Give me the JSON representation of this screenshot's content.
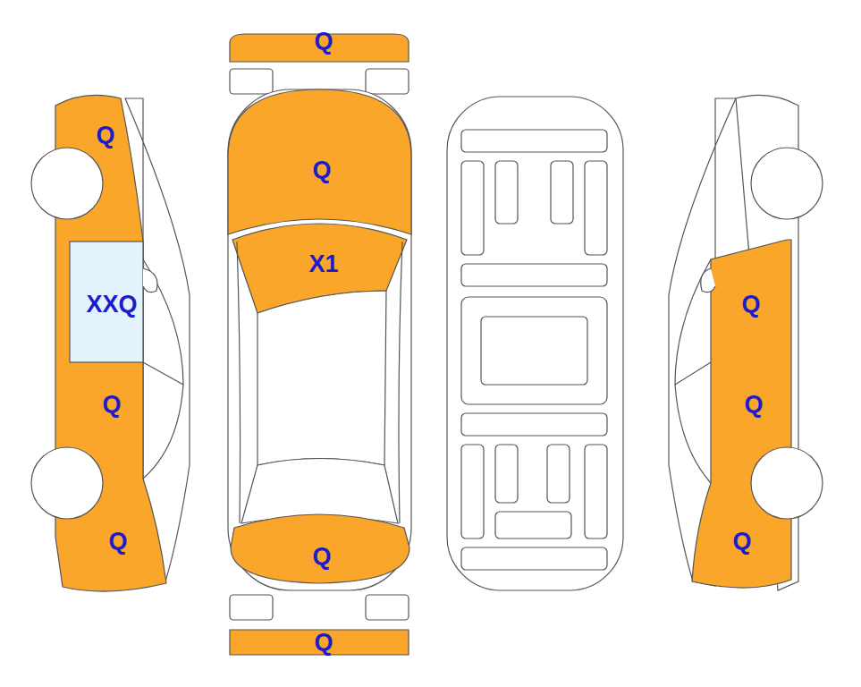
{
  "diagram": {
    "labels": [
      "Q",
      "Q",
      "X1",
      "Q",
      "Q",
      "Q",
      "XXQ",
      "Q",
      "Q",
      "Q",
      "Q",
      "Q"
    ]
  }
}
